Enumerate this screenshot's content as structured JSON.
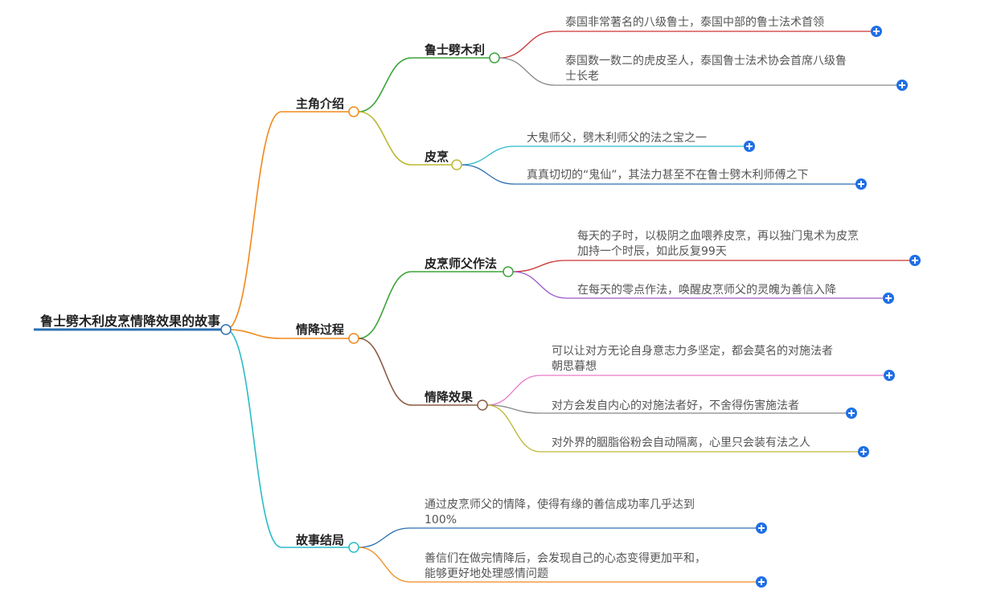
{
  "root": {
    "label": "鲁士劈木利皮烹情降效果的故事"
  },
  "branches": [
    {
      "label": "主角介绍",
      "color": "#f0891b",
      "children": [
        {
          "label": "鲁士劈木利",
          "color": "#3aa438",
          "leaves": [
            {
              "lines": [
                "泰国非常著名的八级鲁士，泰国中部的鲁士法术首领"
              ],
              "color": "#cc3333"
            },
            {
              "lines": [
                "泰国数一数二的虎皮圣人，泰国鲁士法术协会首席八级鲁",
                "士长老"
              ],
              "color": "#888888"
            }
          ]
        },
        {
          "label": "皮烹",
          "color": "#bdb834",
          "leaves": [
            {
              "lines": [
                "大鬼师父，劈木利师父的法之宝之一"
              ],
              "color": "#2bbcc8"
            },
            {
              "lines": [
                "真真切切的“鬼仙”，其法力甚至不在鲁士劈木利师傅之下"
              ],
              "color": "#2a6fb0"
            }
          ]
        }
      ]
    },
    {
      "label": "情降过程",
      "color": "#f0891b",
      "children": [
        {
          "label": "皮烹师父作法",
          "color": "#3aa438",
          "leaves": [
            {
              "lines": [
                "每天的子时，以极阴之血喂养皮烹，再以独门鬼术为皮烹",
                "加持一个时辰，如此反复99天"
              ],
              "color": "#cc3333"
            },
            {
              "lines": [
                "在每天的零点作法，唤醒皮烹师父的灵魄为善信入降"
              ],
              "color": "#9b59c8"
            }
          ]
        },
        {
          "label": "情降效果",
          "color": "#8a5a44",
          "leaves": [
            {
              "lines": [
                "可以让对方无论自身意志力多坚定，都会莫名的对施法者",
                "朝思暮想"
              ],
              "color": "#e87ac8"
            },
            {
              "lines": [
                "对方会发自内心的对施法者好，不舍得伤害施法者"
              ],
              "color": "#888888"
            },
            {
              "lines": [
                "对外界的胭脂俗粉会自动隔离，心里只会装有法之人"
              ],
              "color": "#bdb834"
            }
          ]
        }
      ]
    },
    {
      "label": "故事结局",
      "color": "#2bbcc8",
      "leaves": [
        {
          "lines": [
            "通过皮烹师父的情降，使得有缘的善信成功率几乎达到",
            "100%"
          ],
          "color": "#2a6fb0"
        },
        {
          "lines": [
            "善信们在做完情降后，会发现自己的心态变得更加平和，",
            "能够更好地处理感情问题"
          ],
          "color": "#f0891b"
        }
      ]
    }
  ],
  "colors": {
    "root_line": "#2a6fb0",
    "add_button": "#1f6fe5"
  },
  "icons": {
    "expand": "plus-circle-icon"
  }
}
